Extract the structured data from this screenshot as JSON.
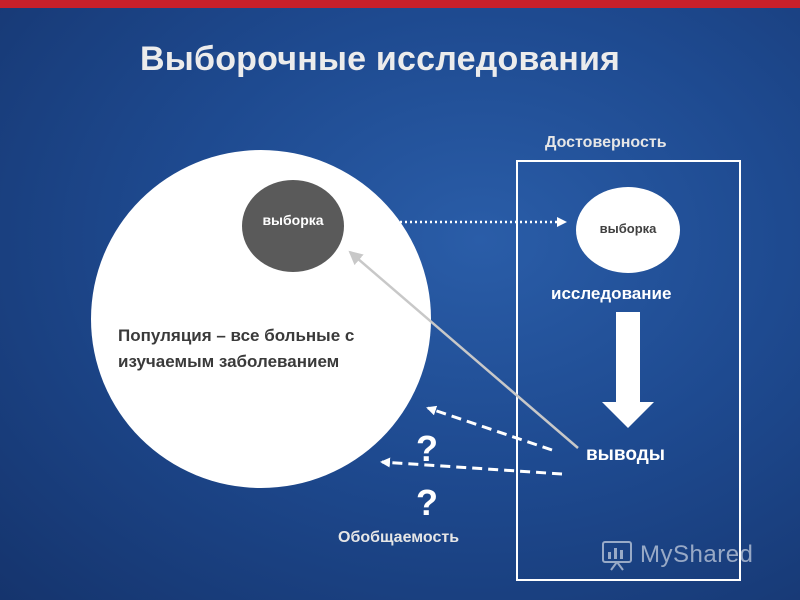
{
  "slide": {
    "title": "Выборочные исследования",
    "left": {
      "sample_label": "выборка",
      "population_text": "Популяция – все больные с изучаемым заболеванием"
    },
    "right": {
      "frame_label": "Достоверность",
      "sample_label": "выборка",
      "study_label": "исследование",
      "conclusions_label": "выводы"
    },
    "question_mark_1": "?",
    "question_mark_2": "?",
    "generalizability_label": "Обобщаемость"
  },
  "watermark": {
    "text": "MyShared"
  },
  "colors": {
    "accent_bar": "#c8202a",
    "background": "#1e4a90",
    "sample_left_fill": "#5a5a5a"
  }
}
